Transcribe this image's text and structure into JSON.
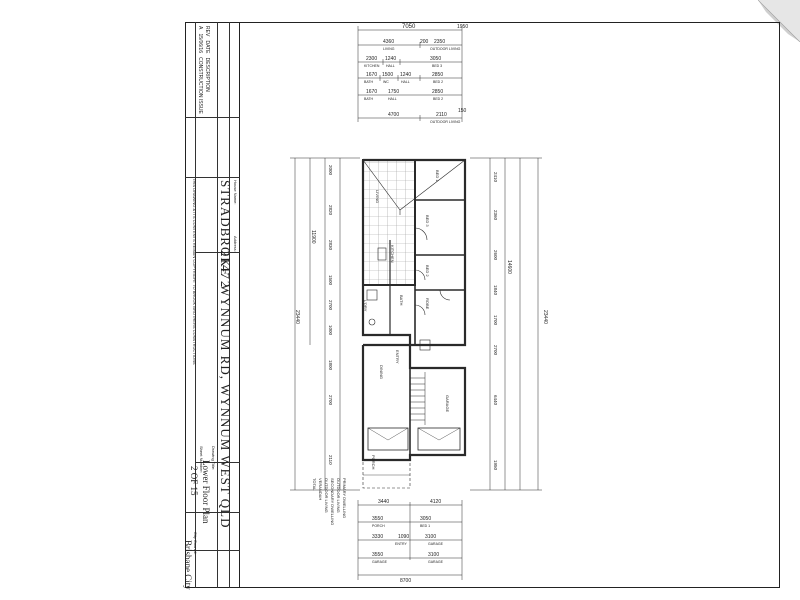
{
  "revision": {
    "headers": [
      "REV",
      "DATE",
      "DESCRIPTION"
    ],
    "rows": [
      [
        "A",
        "15/06/16",
        "CONSTRUCTION ISSUE"
      ]
    ]
  },
  "copyright": "THIS DRAWING & ITS CONTENTS REMAIN COPYRIGHT TO BROOK BROTHERS CONSTRUCTIONS",
  "house_name_label": "House Name:",
  "house_name": "STRADBROKE 2",
  "address_label": "Address:",
  "address": "2147 WYNNUM RD, WYNNUM WEST QLD",
  "drawing_title_label": "Drawing Title:",
  "drawing_title": "Lower Floor Plan",
  "sheet_number_label": "Sheet Number:",
  "sheet_number": "2 OF 15",
  "council_label": "City Council:",
  "council": "Brisbane City",
  "area_schedule": [
    "PRIMARY DWELLING",
    "OUTDOOR LIVING",
    "SECONDARY DWELLING",
    "OUTDOOR LIVING",
    "VERANDAH",
    "TOTAL"
  ],
  "top_dims": {
    "overall": "7050",
    "row1": [
      "4360",
      "200",
      "2350",
      "1950"
    ],
    "row1_labels": [
      "LIVING",
      "OUTDOOR LIVING"
    ],
    "row2": [
      "2300",
      "1240",
      "3050"
    ],
    "row2_labels": [
      "KITCHEN",
      "HALL",
      "BED 3"
    ],
    "row3": [
      "1670",
      "1500",
      "1240",
      "2850"
    ],
    "row3_labels": [
      "BATH",
      "WC",
      "HALL",
      "BED 2"
    ],
    "row4": [
      "1670",
      "1750",
      "2850"
    ],
    "row4_labels": [
      "BATH",
      "HALL",
      "BED 2"
    ],
    "row5": [
      "4700",
      "2110",
      "150"
    ],
    "row5_labels": [
      "OUTDOOR LIVING"
    ]
  },
  "bottom_dims": {
    "row1": [
      "3440",
      "4120"
    ],
    "row2": [
      "3550",
      "3050"
    ],
    "row2_labels": [
      "PORCH",
      "BED 1"
    ],
    "row3": [
      "3330",
      "1090",
      "3100"
    ],
    "row3_labels": [
      "ENTRY",
      "GARAGE"
    ],
    "row4": [
      "3550",
      "3100"
    ],
    "row4_labels": [
      "GARAGE",
      "GARAGE"
    ],
    "overall": "8700"
  },
  "side_dims": {
    "left_overall": "23440",
    "left_sub": "11900",
    "left_values": [
      "2000",
      "2820",
      "2830",
      "1500",
      "2700",
      "1000",
      "1800",
      "2700",
      "2110"
    ],
    "right_overall": "23440",
    "right_sub": "14600",
    "right_values": [
      "2410",
      "2360",
      "2600",
      "1840",
      "1700",
      "2700",
      "6440",
      "1950"
    ]
  },
  "rooms": [
    "BED 3",
    "BED 2",
    "ROBE",
    "BATH",
    "L'DRY",
    "PORCH",
    "ENTRY",
    "GARAGE",
    "KITCHEN",
    "LIVING",
    "DINING",
    "BED 1"
  ],
  "colors": {
    "ink": "#2a2a2a",
    "paper": "#ffffff",
    "tile": "#9a9a9a"
  }
}
